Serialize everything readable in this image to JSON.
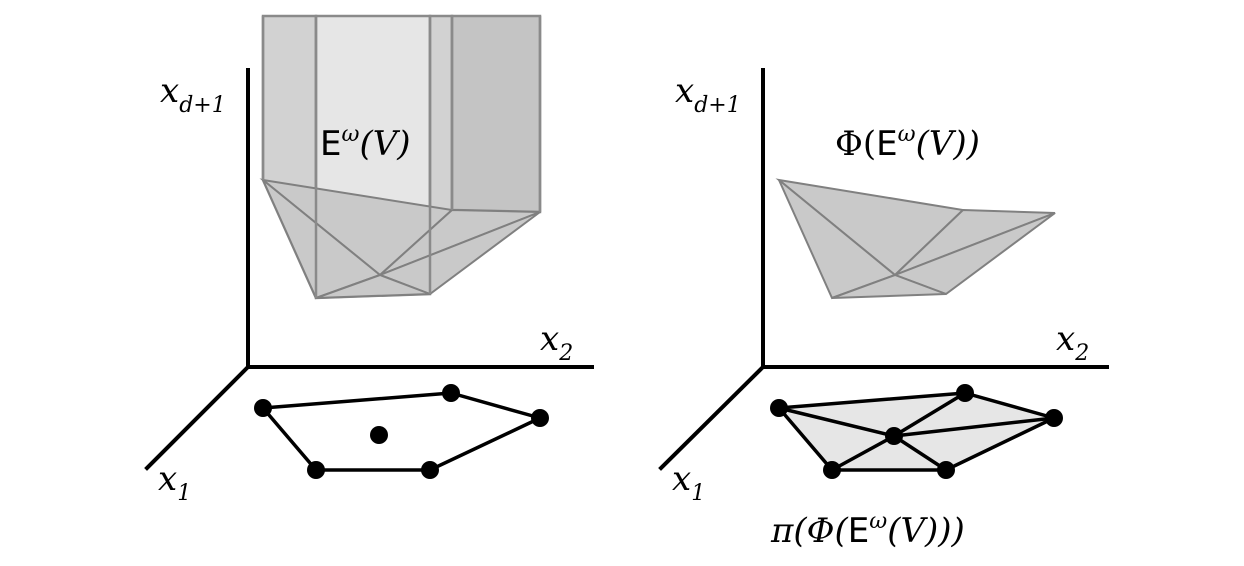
{
  "left_panel": {
    "axis_x1": "x",
    "axis_x1_sub": "1",
    "axis_x2": "x",
    "axis_x2_sub": "2",
    "axis_xd1": "x",
    "axis_xd1_sub": "d+1",
    "label_E": "E",
    "label_omega": "ω",
    "label_paren_V": "(V)"
  },
  "right_panel": {
    "axis_x1": "x",
    "axis_x1_sub": "1",
    "axis_x2": "x",
    "axis_x2_sub": "2",
    "axis_xd1": "x",
    "axis_xd1_sub": "d+1",
    "phi_prefix": "Φ(",
    "label_E": "E",
    "label_omega": "ω",
    "phi_suffix": "(V))",
    "pi_prefix": "π(Φ(",
    "pi_E": "E",
    "pi_omega": "ω",
    "pi_suffix": "(V)))"
  }
}
